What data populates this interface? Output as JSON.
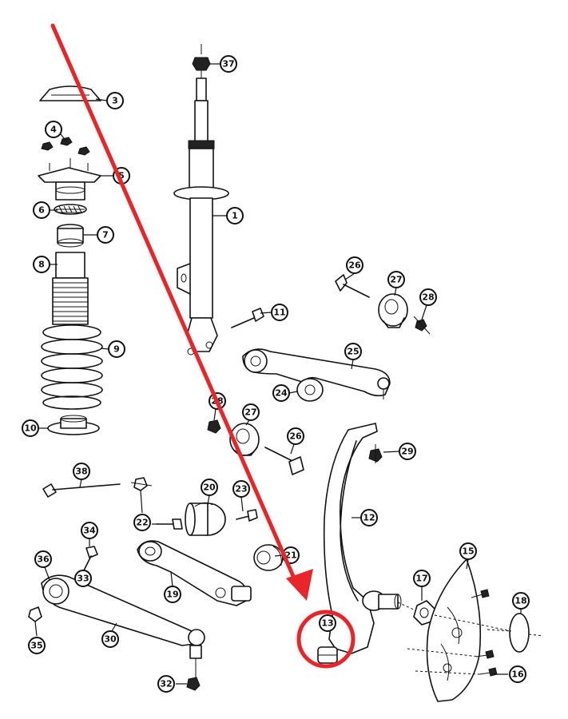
{
  "callouts": [
    {
      "id": "37",
      "label": "37"
    },
    {
      "id": "3",
      "label": "3"
    },
    {
      "id": "4",
      "label": "4"
    },
    {
      "id": "5",
      "label": "5"
    },
    {
      "id": "6",
      "label": "6"
    },
    {
      "id": "7",
      "label": "7"
    },
    {
      "id": "8",
      "label": "8"
    },
    {
      "id": "9",
      "label": "9"
    },
    {
      "id": "10",
      "label": "10"
    },
    {
      "id": "1",
      "label": "1"
    },
    {
      "id": "11",
      "label": "11"
    },
    {
      "id": "26a",
      "label": "26"
    },
    {
      "id": "27a",
      "label": "27"
    },
    {
      "id": "28a",
      "label": "28"
    },
    {
      "id": "25",
      "label": "25"
    },
    {
      "id": "24",
      "label": "24"
    },
    {
      "id": "28b",
      "label": "28"
    },
    {
      "id": "27b",
      "label": "27"
    },
    {
      "id": "26b",
      "label": "26"
    },
    {
      "id": "29",
      "label": "29"
    },
    {
      "id": "38",
      "label": "38"
    },
    {
      "id": "20",
      "label": "20"
    },
    {
      "id": "23",
      "label": "23"
    },
    {
      "id": "22",
      "label": "22"
    },
    {
      "id": "12",
      "label": "12"
    },
    {
      "id": "34",
      "label": "34"
    },
    {
      "id": "33",
      "label": "33"
    },
    {
      "id": "21",
      "label": "21"
    },
    {
      "id": "36",
      "label": "36"
    },
    {
      "id": "19",
      "label": "19"
    },
    {
      "id": "15",
      "label": "15"
    },
    {
      "id": "17",
      "label": "17"
    },
    {
      "id": "18",
      "label": "18"
    },
    {
      "id": "13",
      "label": "13"
    },
    {
      "id": "35",
      "label": "35"
    },
    {
      "id": "30",
      "label": "30"
    },
    {
      "id": "16",
      "label": "16"
    },
    {
      "id": "32",
      "label": "32"
    }
  ],
  "annotation": {
    "arrow_color": "#e8262a",
    "highlight_color": "#e8262a",
    "highlighted_part": "13"
  }
}
